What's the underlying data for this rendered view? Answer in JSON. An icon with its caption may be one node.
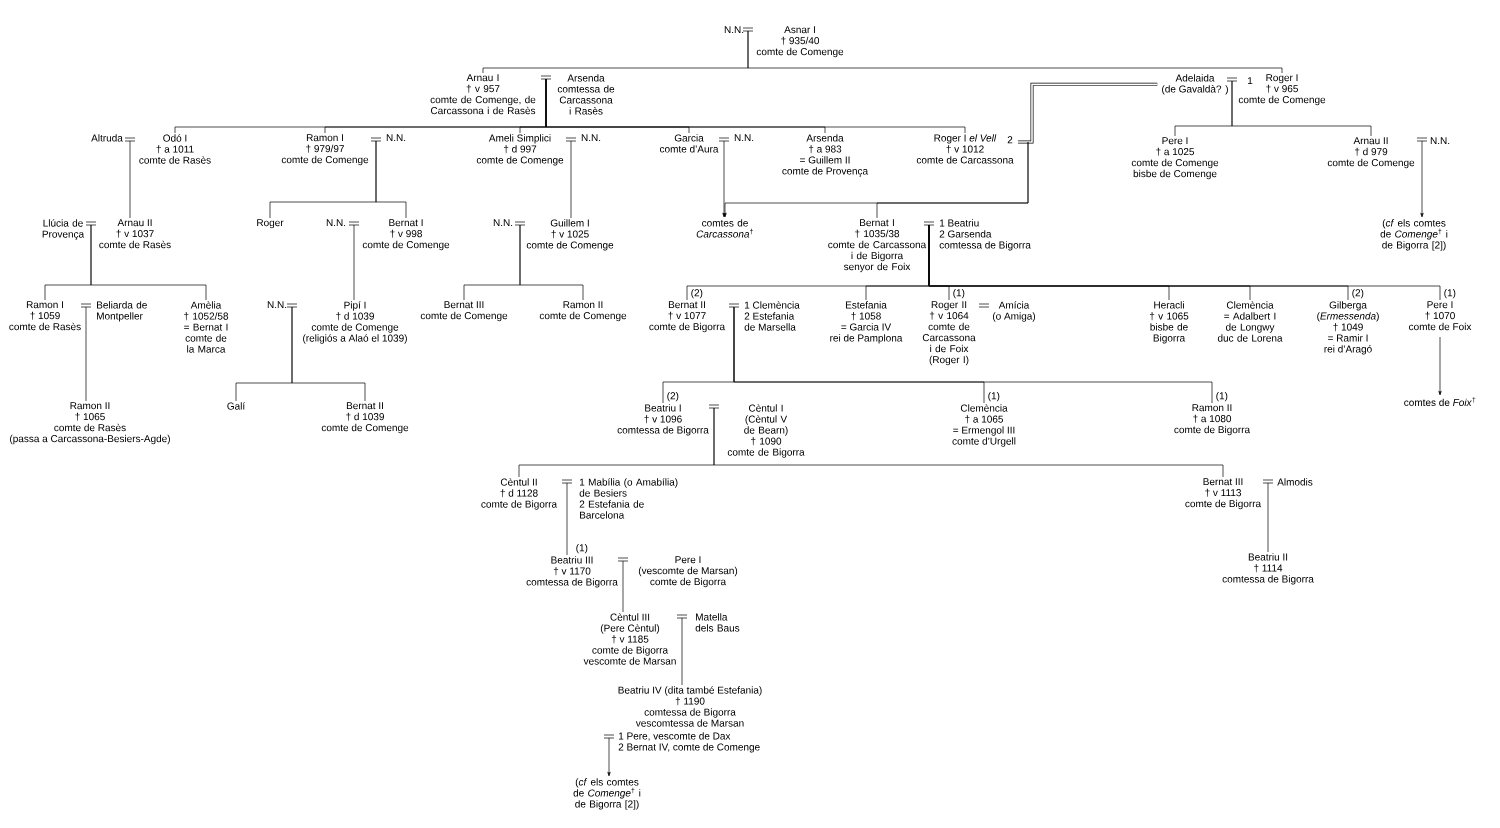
{
  "diagram": {
    "nodes": [
      {
        "text": [
          "N.N."
        ]
      },
      {
        "text": [
          "Asnar I",
          "† 935/40",
          "comte de Comenge"
        ]
      },
      {
        "text": [
          "Arnau I",
          "† v 957",
          "comte de Comenge, de Carcassona i de Rasès"
        ]
      },
      {
        "text": [
          "Arsenda",
          "comtessa de Carcassona i Rasès"
        ]
      },
      {
        "text": [
          "Adelaida",
          "(de Gavaldà? )"
        ]
      },
      {
        "text": [
          "Roger I",
          "† v 965",
          "comte de Comenge"
        ]
      },
      {
        "text": [
          "Altruda"
        ]
      },
      {
        "text": [
          "Odó I",
          "† a 1011",
          "comte de Rasès"
        ]
      },
      {
        "text": [
          "Ramon I",
          "† 979/97",
          "comte de Comenge"
        ]
      },
      {
        "text": [
          "N.N."
        ]
      },
      {
        "text": [
          "Ameli Simplici",
          "† d 997",
          "comte de Comenge"
        ]
      },
      {
        "text": [
          "N.N."
        ]
      },
      {
        "text": [
          "Garcia",
          "comte d’Aura"
        ]
      },
      {
        "text": [
          "N.N."
        ]
      },
      {
        "text": [
          "Arsenda",
          "† a 983",
          "= Guillem II",
          "comte de Provença"
        ]
      },
      {
        "text": [
          "Roger I *el Vell*",
          "† v 1012",
          "comte de Carcassona"
        ]
      },
      {
        "text": [
          "Pere I",
          "† a 1025",
          "comte de Comenge",
          "bisbe de Comenge"
        ]
      },
      {
        "text": [
          "Arnau II",
          "† d 979",
          "comte de Comenge"
        ]
      },
      {
        "text": [
          "N.N."
        ]
      },
      {
        "text": [
          "Llúcia de Provença"
        ]
      },
      {
        "text": [
          "Arnau II",
          "† v 1037",
          "comte de Rasès"
        ]
      },
      {
        "text": [
          "Roger"
        ]
      },
      {
        "text": [
          "N.N."
        ]
      },
      {
        "text": [
          "Bernat I",
          "† v 998",
          "comte de Comenge"
        ]
      },
      {
        "text": [
          "N.N."
        ]
      },
      {
        "text": [
          "Guillem I",
          "† v 1025",
          "comte de Comenge"
        ]
      },
      {
        "text": [
          "comtes de *Carcassona*$^{†}$"
        ]
      },
      {
        "text": [
          "Bernat I",
          "† 1035/38",
          "comte de Carcassona i de Bigorra",
          "senyor de Foix"
        ]
      },
      {
        "text": [
          "1 Beatriu",
          "2 Garsenda",
          "comtessa de Bigorra"
        ]
      },
      {
        "text": [
          "(*cf* els comtes de *Comenge*$^{†}$ i de Bigorra [2])"
        ]
      },
      {
        "text": [
          "Ramon I",
          "† 1059",
          "comte de Rasès"
        ]
      },
      {
        "text": [
          "Beliarda de Montpeller"
        ]
      },
      {
        "text": [
          "Amèlia",
          "† 1052/58",
          "= Bernat I",
          "comte de la Marca"
        ]
      },
      {
        "text": [
          "N.N."
        ]
      },
      {
        "text": [
          "Pipí I",
          "† d 1039",
          "comte de Comenge",
          "(religiós a Alaó el 1039)"
        ]
      },
      {
        "text": [
          "Bernat III",
          "comte de Comenge"
        ]
      },
      {
        "text": [
          "Ramon II",
          "comte de Comenge"
        ]
      },
      {
        "text": [
          "Bernat II",
          "† v 1077",
          "comte de Bigorra"
        ],
        "beside": [
          "(2)"
        ]
      },
      {
        "text": [
          "1 Clemència",
          "2 Estefania",
          "de Marsella"
        ]
      },
      {
        "text": [
          "Estefania",
          "† 1058",
          "= Garcia IV",
          "rei de Pamplona"
        ]
      },
      {
        "text": [
          "Roger II",
          "† v 1064",
          "comte de Carcassona i de Foix",
          "(Roger I)"
        ],
        "beside": [
          "(1)"
        ]
      },
      {
        "text": [
          "Amícia",
          "(o Amiga)"
        ]
      },
      {
        "text": [
          "Heracli",
          "† v 1065",
          "bisbe de Bigorra"
        ]
      },
      {
        "text": [
          "Clemència",
          "= Adalbert I de Longwy",
          "duc de Lorena"
        ]
      },
      {
        "text": [
          "Gilberga",
          "(*Ermessenda*)",
          "† 1049",
          "= Ramir I",
          "rei d’Aragó"
        ],
        "beside": [
          "(2)"
        ]
      },
      {
        "text": [
          "Pere I",
          "† 1070",
          "comte de Foix"
        ],
        "beside": [
          "(1)"
        ]
      },
      {
        "text": [
          "Ramon II",
          "† 1065",
          "comte de Rasès",
          "(passa a Carcassona-Besiers-Agde)"
        ]
      },
      {
        "text": [
          "Galí"
        ]
      },
      {
        "text": [
          "Bernat II",
          "† d 1039",
          "comte de Comenge"
        ]
      },
      {
        "text": [
          "Beatriu I",
          "† v 1096",
          "comtessa de Bigorra"
        ],
        "beside": [
          "(2)"
        ]
      },
      {
        "text": [
          "Cèntul I",
          "(Cèntul V de Bearn)",
          "† 1090",
          "comte de Bigorra"
        ]
      },
      {
        "text": [
          "Clemència",
          "† a 1065",
          "= Ermengol III",
          "comte d’Urgell"
        ],
        "beside": [
          "(1)"
        ]
      },
      {
        "text": [
          "Ramon II",
          "† a 1080",
          "comte de Bigorra"
        ],
        "beside": [
          "(1)"
        ]
      },
      {
        "text": [
          "comtes de *Foix*$^{†}$"
        ]
      },
      {
        "text": [
          "Cèntul II",
          "† d 1128",
          "comte de Bigorra"
        ]
      },
      {
        "text": [
          "1 Mabília (o Amabília) de Besiers",
          "2 Estefania de Barcelona"
        ]
      },
      {
        "text": [
          "Bernat III",
          "† v 1113",
          "comte de Bigorra"
        ]
      },
      {
        "text": [
          "Almodis"
        ]
      },
      {
        "text": [
          "Beatriu III",
          "† v 1170",
          "comtessa de Bigorra"
        ],
        "beside": [
          "(1)"
        ]
      },
      {
        "text": [
          "Pere I",
          "(vescomte de Marsan)",
          "comte de Bigorra"
        ]
      },
      {
        "text": [
          "Beatriu II",
          "† 1114",
          "comtessa de Bigorra"
        ]
      },
      {
        "text": [
          "Cèntul III",
          "(Pere Cèntul)",
          "† v 1185",
          "comte de Bigorra",
          "vescomte de Marsan"
        ]
      },
      {
        "text": [
          "Matella dels Baus"
        ]
      },
      {
        "text": [
          "Beatriu IV (dita també Estefania)",
          "† 1190",
          "comtessa de Bigorra",
          "vescomtessa de Marsan"
        ]
      },
      {
        "text": [
          "1 Pere, vescomte de Dax",
          "2 Bernat IV, comte de Comenge"
        ]
      },
      {
        "text": [
          "(*cf* els comtes de *Comenge*$^{†}$ i de Bigorra [2])"
        ]
      }
    ],
    "edges": [
      {
        "from": 1,
        "to": 2,
        "arrow": "none"
      },
      {
        "from": 1,
        "to": 5,
        "arrow": "none"
      },
      {
        "from": 2,
        "to": 7,
        "arrow": "none"
      },
      {
        "from": 2,
        "to": 8,
        "arrow": "none"
      },
      {
        "from": 2,
        "to": 10,
        "arrow": "none"
      },
      {
        "from": 2,
        "to": 12,
        "arrow": "none"
      },
      {
        "from": 2,
        "to": 14,
        "arrow": "none"
      },
      {
        "from": 2,
        "to": 15,
        "arrow": "none"
      },
      {
        "from": 5,
        "to": 16,
        "arrow": "none"
      },
      {
        "from": 5,
        "to": 17,
        "arrow": "none"
      },
      {
        "from": 15,
        "to": 4,
        "arrow": "none",
        "style": "thick"
      },
      {
        "from": 7,
        "to": 20,
        "arrow": "none"
      },
      {
        "from": 8,
        "to": 21,
        "arrow": "none"
      },
      {
        "from": 8,
        "to": 23,
        "arrow": "none"
      },
      {
        "from": 10,
        "to": 25,
        "arrow": "none"
      },
      {
        "from": 12,
        "to": 26,
        "arrow": "to"
      },
      {
        "from": 15,
        "to": 26,
        "arrow": "to"
      },
      {
        "from": 15,
        "to": 27,
        "arrow": "none"
      },
      {
        "from": 17,
        "to": 29,
        "arrow": "to"
      },
      {
        "from": 20,
        "to": 30,
        "arrow": "none"
      },
      {
        "from": 20,
        "to": 32,
        "arrow": "none"
      },
      {
        "from": 23,
        "to": 34,
        "arrow": "none"
      },
      {
        "from": 25,
        "to": 35,
        "arrow": "none"
      },
      {
        "from": 25,
        "to": 36,
        "arrow": "none"
      },
      {
        "from": 27,
        "to": 37,
        "arrow": "none"
      },
      {
        "from": 27,
        "to": 39,
        "arrow": "none"
      },
      {
        "from": 27,
        "to": 40,
        "arrow": "none"
      },
      {
        "from": 27,
        "to": 42,
        "arrow": "none"
      },
      {
        "from": 27,
        "to": 43,
        "arrow": "none"
      },
      {
        "from": 27,
        "to": 44,
        "arrow": "none"
      },
      {
        "from": 27,
        "to": 45,
        "arrow": "none"
      },
      {
        "from": 30,
        "to": 46,
        "arrow": "none"
      },
      {
        "from": 34,
        "to": 47,
        "arrow": "none"
      },
      {
        "from": 34,
        "to": 48,
        "arrow": "none"
      },
      {
        "from": 37,
        "to": 49,
        "arrow": "none"
      },
      {
        "from": 37,
        "to": 51,
        "arrow": "none"
      },
      {
        "from": 37,
        "to": 52,
        "arrow": "none"
      },
      {
        "from": 45,
        "to": 53,
        "arrow": "to"
      },
      {
        "from": 49,
        "to": 54,
        "arrow": "none"
      },
      {
        "from": 49,
        "to": 56,
        "arrow": "none"
      },
      {
        "from": 54,
        "to": 58,
        "arrow": "none"
      },
      {
        "from": 56,
        "to": 60,
        "arrow": "none"
      },
      {
        "from": 58,
        "to": 61,
        "arrow": "none"
      },
      {
        "from": 61,
        "to": 63,
        "arrow": "none"
      },
      {
        "from": 63,
        "to": 65,
        "arrow": "to"
      }
    ],
    "labels": [
      "1",
      "2"
    ]
  }
}
